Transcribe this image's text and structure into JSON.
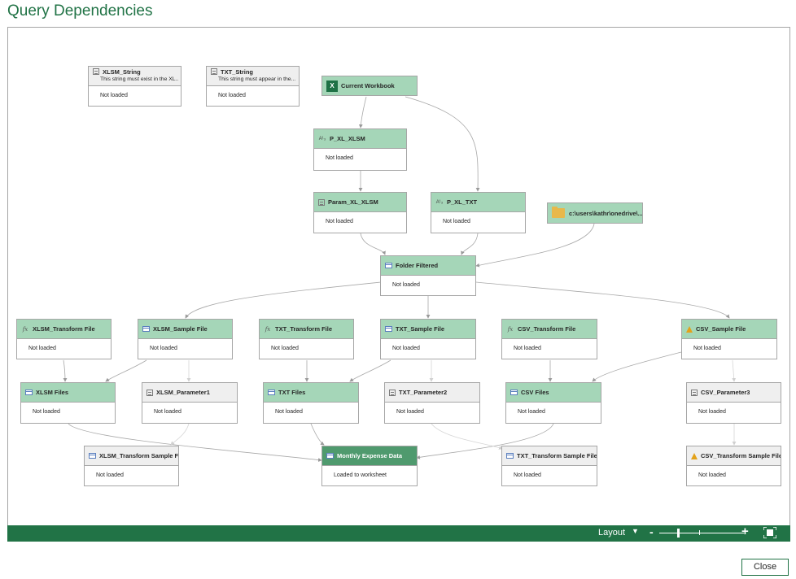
{
  "title": "Query Dependencies",
  "nodes": {
    "xlsm_string": {
      "name": "XLSM_String",
      "desc": "This string must exist in the XL...",
      "status": "Not loaded"
    },
    "txt_string": {
      "name": "TXT_String",
      "desc": "This string must appear in the...",
      "status": "Not loaded"
    },
    "current_workbook": {
      "name": "Current Workbook"
    },
    "p_xl_xlsm": {
      "name": "P_XL_XLSM",
      "status": "Not loaded"
    },
    "param_xl_xlsm": {
      "name": "Param_XL_XLSM",
      "status": "Not loaded"
    },
    "p_xl_txt": {
      "name": "P_XL_TXT",
      "status": "Not loaded"
    },
    "folder_path": {
      "name": "c:\\users\\kathr\\onedrive\\..."
    },
    "folder_filtered": {
      "name": "Folder Filtered",
      "status": "Not loaded"
    },
    "xlsm_transform_file": {
      "name": "XLSM_Transform File",
      "status": "Not loaded"
    },
    "xlsm_sample_file": {
      "name": "XLSM_Sample File",
      "status": "Not loaded"
    },
    "txt_transform_file": {
      "name": "TXT_Transform File",
      "status": "Not loaded"
    },
    "txt_sample_file": {
      "name": "TXT_Sample File",
      "status": "Not loaded"
    },
    "csv_transform_file": {
      "name": "CSV_Transform File",
      "status": "Not loaded"
    },
    "csv_sample_file": {
      "name": "CSV_Sample File",
      "status": "Not loaded"
    },
    "xlsm_files": {
      "name": "XLSM Files",
      "status": "Not loaded"
    },
    "xlsm_parameter1": {
      "name": "XLSM_Parameter1",
      "status": "Not loaded"
    },
    "txt_files": {
      "name": "TXT Files",
      "status": "Not loaded"
    },
    "txt_parameter2": {
      "name": "TXT_Parameter2",
      "status": "Not loaded"
    },
    "csv_files": {
      "name": "CSV Files",
      "status": "Not loaded"
    },
    "csv_parameter3": {
      "name": "CSV_Parameter3",
      "status": "Not loaded"
    },
    "xlsm_transform_sample_file": {
      "name": "XLSM_Transform Sample File",
      "status": "Not loaded"
    },
    "monthly_expense_data": {
      "name": "Monthly Expense Data",
      "status": "Loaded to worksheet"
    },
    "txt_transform_sample_file": {
      "name": "TXT_Transform Sample File",
      "status": "Not loaded"
    },
    "csv_transform_sample_file": {
      "name": "CSV_Transform Sample File",
      "status": "Not loaded"
    }
  },
  "toolbar": {
    "layout_label": "Layout",
    "zoom_out": "-",
    "zoom_in": "+"
  },
  "close_label": "Close",
  "colors": {
    "accent": "#217346",
    "node_loaded_header": "#a5d6b8",
    "node_gray_header": "#efefef",
    "node_selected_header": "#4f9a6e"
  }
}
